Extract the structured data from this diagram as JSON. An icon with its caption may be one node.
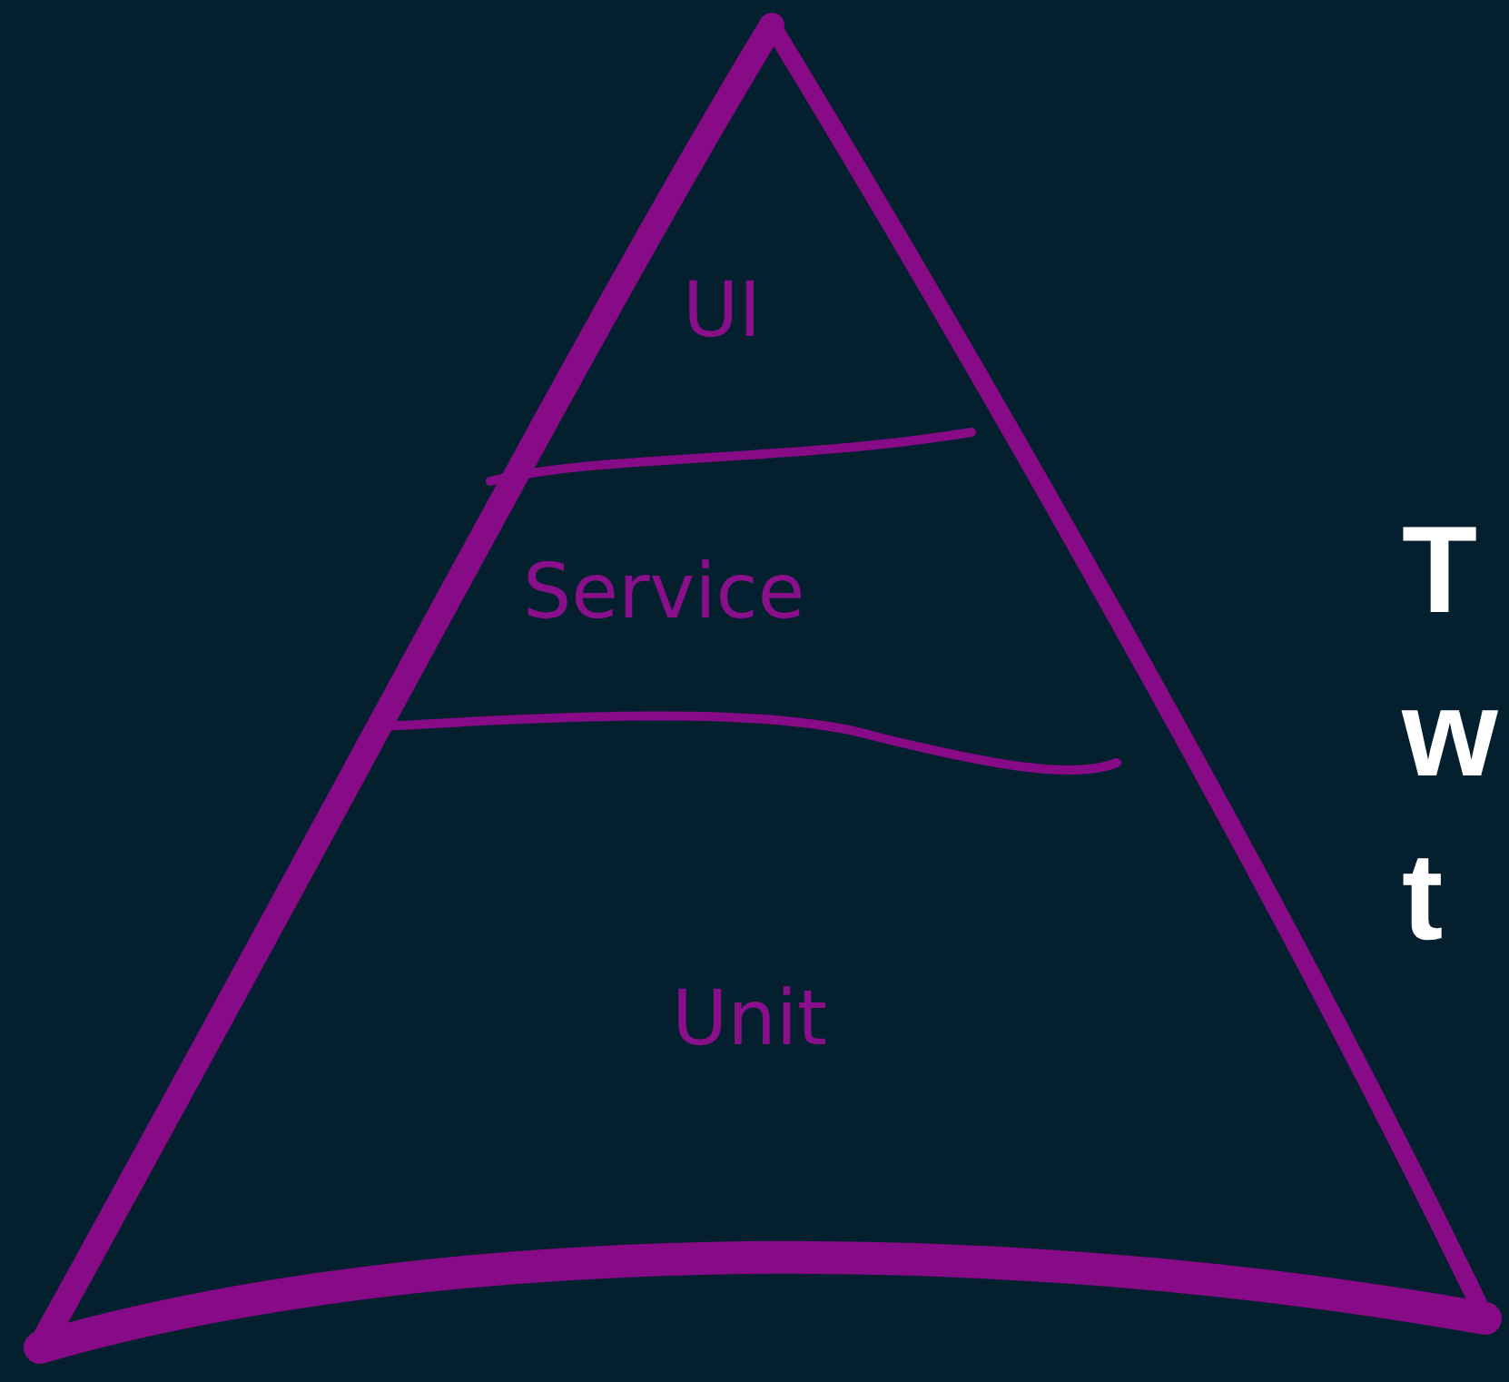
{
  "diagram": {
    "nodes": [
      {
        "text": [
          "UI"
        ]
      },
      {
        "text": [
          "Service"
        ]
      },
      {
        "text": [
          "Unit"
        ]
      }
    ],
    "labels": [
      "T",
      "w",
      "t"
    ]
  }
}
